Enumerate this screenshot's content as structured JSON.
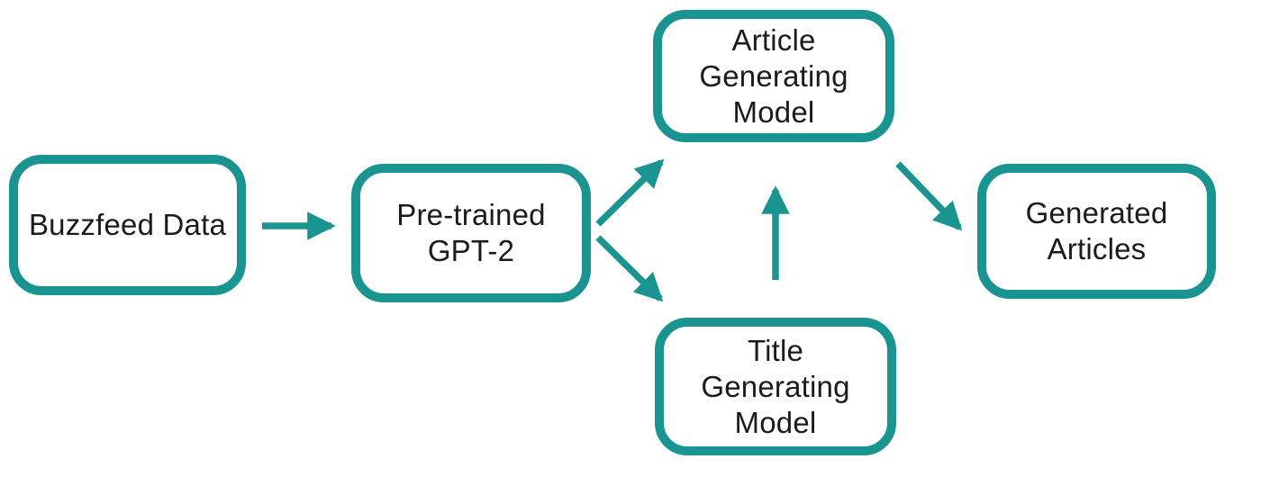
{
  "diagram": {
    "type": "flowchart",
    "background": "#ffffff",
    "accent_color": "#1A9490",
    "text_color": "#1b1b1b",
    "nodes": [
      {
        "id": "buzzfeed-data",
        "label": "Buzzfeed Data"
      },
      {
        "id": "pretrained-gpt2",
        "label": "Pre-trained\nGPT-2"
      },
      {
        "id": "article-generating-model",
        "label": "Article\nGenerating\nModel"
      },
      {
        "id": "title-generating-model",
        "label": "Title\nGenerating\nModel"
      },
      {
        "id": "generated-articles",
        "label": "Generated\nArticles"
      }
    ],
    "edges": [
      {
        "from": "buzzfeed-data",
        "to": "pretrained-gpt2",
        "direction": "right"
      },
      {
        "from": "pretrained-gpt2",
        "to": "article-generating-model",
        "direction": "up-right"
      },
      {
        "from": "pretrained-gpt2",
        "to": "title-generating-model",
        "direction": "down-right"
      },
      {
        "from": "title-generating-model",
        "to": "article-generating-model",
        "direction": "up"
      },
      {
        "from": "article-generating-model",
        "to": "generated-articles",
        "direction": "down-right"
      }
    ]
  }
}
